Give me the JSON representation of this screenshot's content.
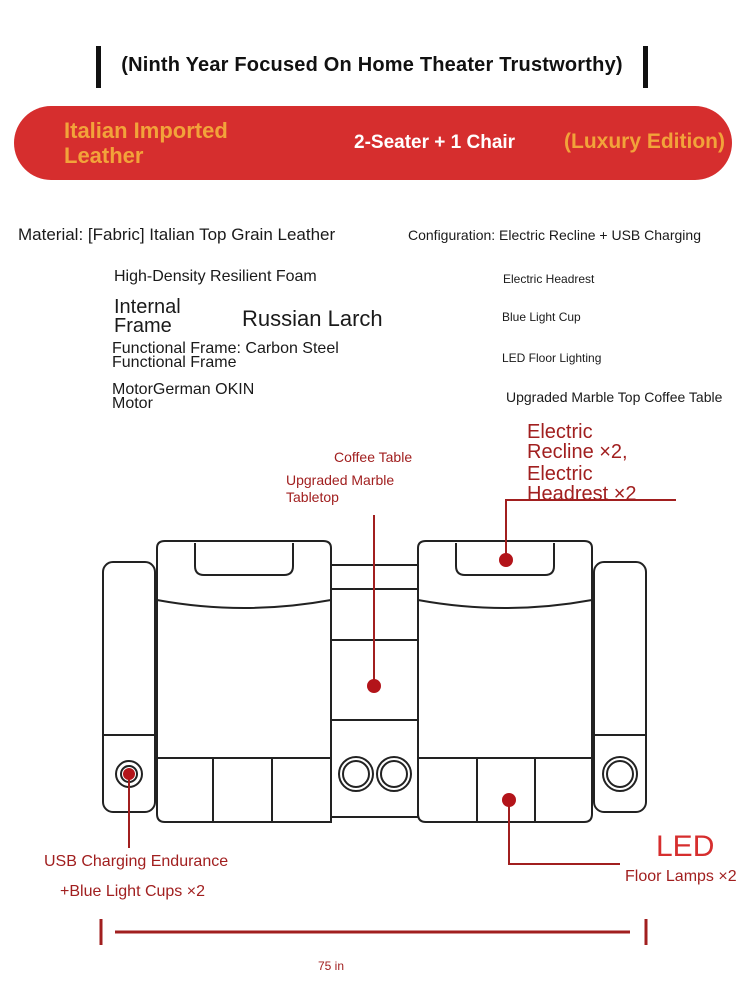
{
  "header": {
    "title": "(Ninth Year Focused On Home Theater Trustworthy)"
  },
  "banner": {
    "left": "Italian Imported Leather",
    "center": "2-Seater + 1 Chair",
    "right": "(Luxury Edition)"
  },
  "specs_left": {
    "material": "Material: [Fabric] Italian Top Grain Leather",
    "foam": "High-Density Resilient Foam",
    "internal_frame_label": "Internal Frame",
    "internal_frame_value": "Russian Larch",
    "functional_frame_1": "Functional Frame: Carbon Steel",
    "functional_frame_2": "Functional Frame",
    "motor_1": "MotorGerman OKIN",
    "motor_2": "Motor"
  },
  "specs_right": {
    "configuration": "Configuration: Electric Recline + USB Charging",
    "headrest": "Electric Headrest",
    "cup": "Blue Light Cup",
    "floor_lighting": "LED Floor Lighting",
    "coffee_table": "Upgraded Marble Top Coffee Table"
  },
  "callouts": {
    "coffee_table": "Coffee Table",
    "marble_1": "Upgraded Marble",
    "marble_2": "Tabletop",
    "recline_1": "Electric",
    "recline_2": "Recline ×2,",
    "recline_3": "Electric",
    "recline_4": "Headrest ×2",
    "usb_1": "USB Charging Endurance",
    "usb_2": "+Blue Light Cups ×2",
    "led_big": "LED",
    "led_small": "Floor Lamps ×2"
  },
  "dimension": {
    "width": "75 in"
  },
  "colors": {
    "accent_red": "#d62e2e",
    "label_red": "#a11f1f",
    "orange": "#f2a33a"
  }
}
